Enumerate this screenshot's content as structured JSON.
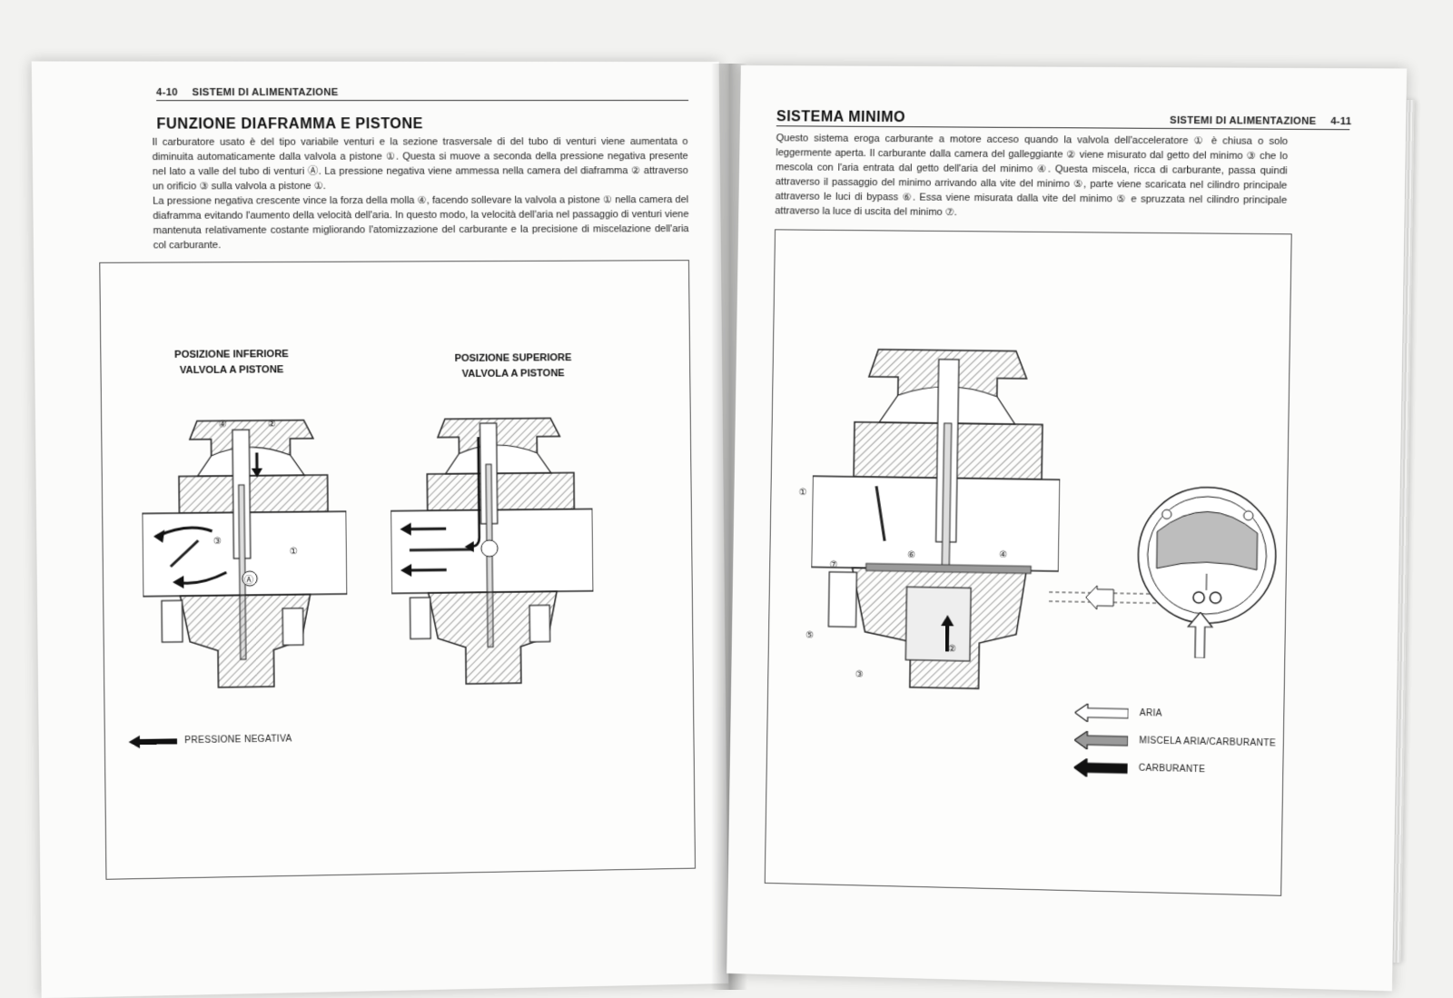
{
  "left_page": {
    "page_number": "4-10",
    "running_header": "SISTEMI DI ALIMENTAZIONE",
    "section_title": "FUNZIONE DIAFRAMMA E PISTONE",
    "paragraphs": [
      "Il carburatore usato è del tipo variabile venturi e la sezione trasversale di del tubo di venturi viene aumentata o diminuita automaticamente dalla valvola a pistone ①. Questa si muove a seconda della pressione negativa presente nel lato a valle del tubo di venturi Ⓐ. La pressione negativa viene ammessa nella camera del diaframma ② attraverso un orificio ③ sulla valvola a pistone ①.",
      "La pressione negativa crescente vince la forza della molla ④, facendo sollevare la valvola a pistone ① nella camera del diaframma evitando l'aumento della velocità dell'aria. In questo modo, la velocità dell'aria nel passaggio di venturi viene mantenuta relativamente costante migliorando l'atomizzazione del carburante e la precisione di miscelazione dell'aria col carburante."
    ],
    "figure": {
      "caption_left": [
        "POSIZIONE INFERIORE",
        "VALVOLA A PISTONE"
      ],
      "caption_right": [
        "POSIZIONE SUPERIORE",
        "VALVOLA A PISTONE"
      ],
      "callouts": [
        "④",
        "②",
        "③",
        "①",
        "Ⓐ"
      ],
      "legend": "PRESSIONE NEGATIVA"
    }
  },
  "right_page": {
    "page_number": "4-11",
    "running_header": "SISTEMI DI ALIMENTAZIONE",
    "section_title": "SISTEMA MINIMO",
    "paragraphs": [
      "Questo sistema eroga carburante a motore acceso quando la valvola dell'acceleratore ① è chiusa o solo leggermente aperta. Il carburante dalla camera del galleggiante ② viene misurato dal getto del minimo ③ che lo mescola con l'aria entrata dal getto dell'aria del minimo ④. Questa miscela, ricca di carburante, passa quindi attraverso il passaggio del minimo arrivando alla vite del minimo ⑤, parte viene scaricata nel cilindro principale attraverso le luci di bypass ⑥. Essa viene misurata dalla vite del minimo ⑤ e spruzzata nel cilindro principale attraverso la luce di uscita del minimo ⑦."
    ],
    "figure": {
      "callouts": [
        "①",
        "⑦",
        "⑥",
        "④",
        "⑤",
        "②",
        "③"
      ],
      "legend": [
        {
          "label": "ARIA",
          "color": "#ffffff"
        },
        {
          "label": "MISCELA ARIA/CARBURANTE",
          "color": "#9a9a9a"
        },
        {
          "label": "CARBURANTE",
          "color": "#111111"
        }
      ]
    }
  }
}
